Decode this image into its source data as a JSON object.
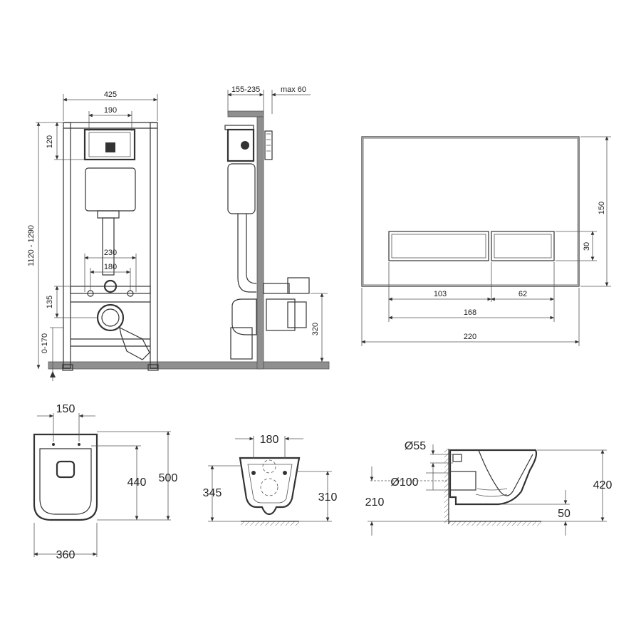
{
  "frame_front": {
    "width_total": "425",
    "width_tank": "190",
    "top_offset": "120",
    "height_range": "1120 - 1290",
    "bolt_spacing_outer": "230",
    "bolt_spacing_inner": "180",
    "outlet_height": "135",
    "foot_adjust": "0-170"
  },
  "frame_side": {
    "depth_range": "155-235",
    "panel_depth": "max 60",
    "outlet_height": "320"
  },
  "flush_plate": {
    "height": "150",
    "button_height": "30",
    "button_left_width": "103",
    "button_right_width": "62",
    "buttons_total": "168",
    "plate_width": "220"
  },
  "bowl_top": {
    "bolt_spacing": "150",
    "width": "360",
    "inner_length": "440",
    "length": "500"
  },
  "bowl_back": {
    "bolt_spacing": "180",
    "height_left": "345",
    "height_right": "310"
  },
  "bowl_side": {
    "inlet_diameter": "Ø55",
    "outlet_diameter": "Ø100",
    "outlet_height": "210",
    "height": "420",
    "rim_offset": "50"
  },
  "colors": {
    "line": "#333333",
    "wall_fill": "#8f8f8f"
  }
}
